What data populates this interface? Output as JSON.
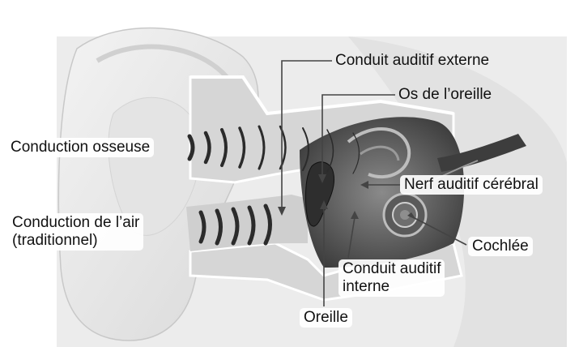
{
  "labels": {
    "conduit_externe": "Conduit auditif externe",
    "os_oreille": "Os de l’oreille",
    "conduction_osseuse": "Conduction osseuse",
    "nerf": "Nerf auditif cérébral",
    "conduction_air_line1": "Conduction de l’air",
    "conduction_air_line2": "(traditionnel)",
    "cochlee": "Cochlée",
    "conduit_interne_line1": "Conduit auditif",
    "conduit_interne_line2": "interne",
    "oreille": "Oreille"
  },
  "colors": {
    "background": "#ffffff",
    "skin_back": "#e6e6e6",
    "skin_light": "#f1f1f1",
    "cut_face": "#d8d8d8",
    "inner_dark": "#4a4a4a",
    "wave": "#2b2b2b",
    "leader": "#444444"
  }
}
